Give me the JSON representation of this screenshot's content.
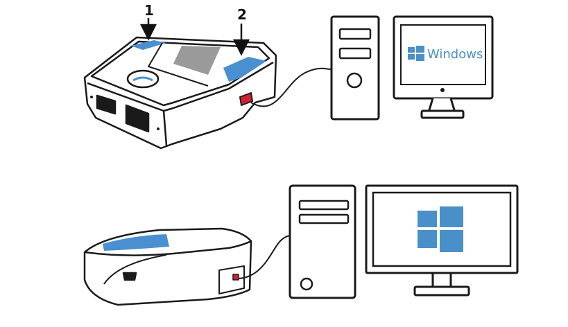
{
  "callouts": {
    "label_1": "1",
    "label_2": "2"
  },
  "monitor_top": {
    "os_label": "Windows",
    "logo_icon": "windows-logo-icon"
  },
  "monitor_bottom": {
    "logo_icon": "windows-logo-icon"
  },
  "colors": {
    "accent_blue": "#4a8fd0",
    "windows_blue": "#4a90c8",
    "port_red": "#d22030",
    "screen_gray": "#9a9a9a",
    "outline": "#1a1a1a"
  }
}
